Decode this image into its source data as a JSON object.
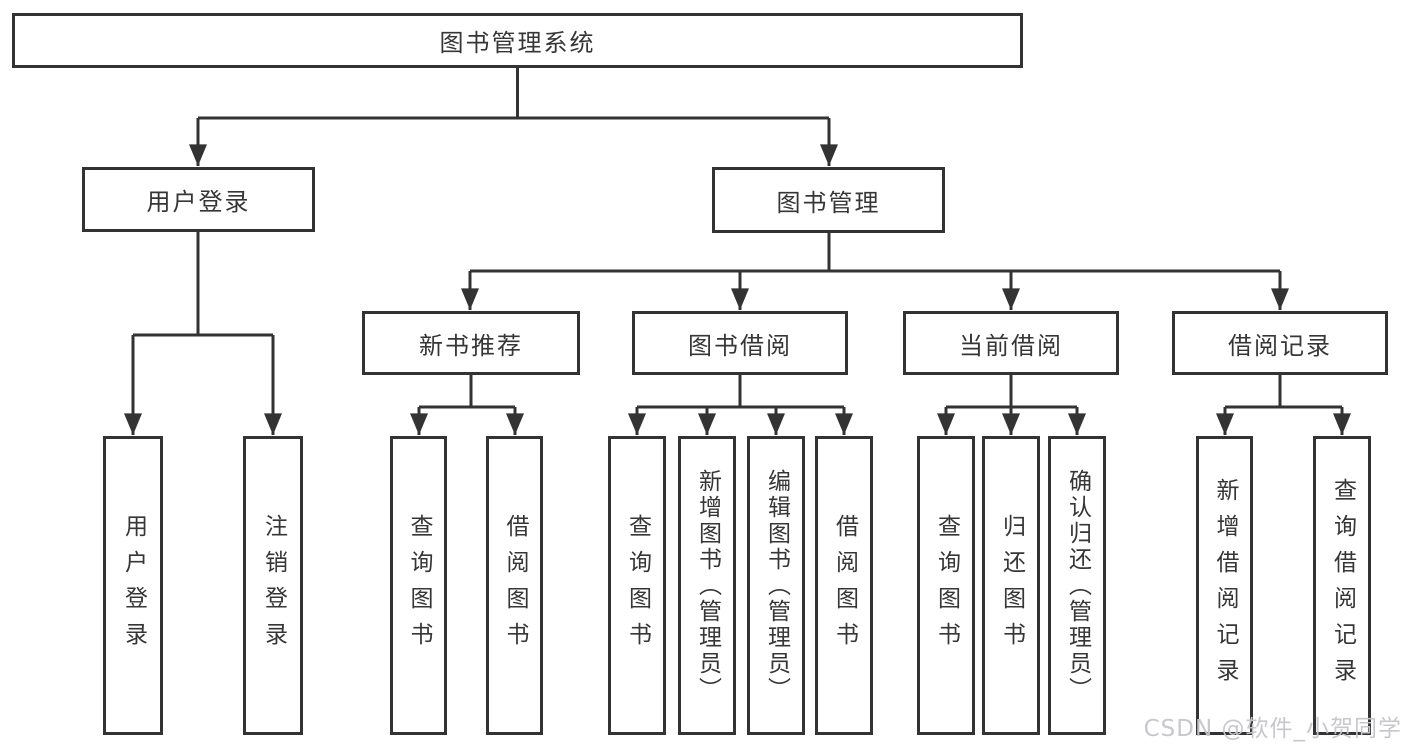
{
  "diagram": {
    "title": "图书管理系统",
    "branches": {
      "user_login": "用户登录",
      "book_mgmt": "图书管理"
    },
    "modules": {
      "new_books": "新书推荐",
      "book_borrow": "图书借阅",
      "current_borrow": "当前借阅",
      "borrow_records": "借阅记录"
    },
    "functions": {
      "login": "用户登录",
      "logout": "注销登录",
      "nb_query": "查询图书",
      "nb_borrow": "借阅图书",
      "bb_query": "查询图书",
      "bb_add": "新增图书（管理员）",
      "bb_edit": "编辑图书（管理员）",
      "bb_borrow": "借阅图书",
      "cb_query": "查询图书",
      "cb_return": "归还图书",
      "cb_confirm": "确认归还（管理员）",
      "br_add": "新增借阅记录",
      "br_query": "查询借阅记录"
    }
  },
  "watermark": {
    "text": "CSDN @软件_小贺同学"
  },
  "colors": {
    "line": "#333333",
    "text": "#363636",
    "watermark": "#c5c5ca",
    "background": "#ffffff"
  }
}
